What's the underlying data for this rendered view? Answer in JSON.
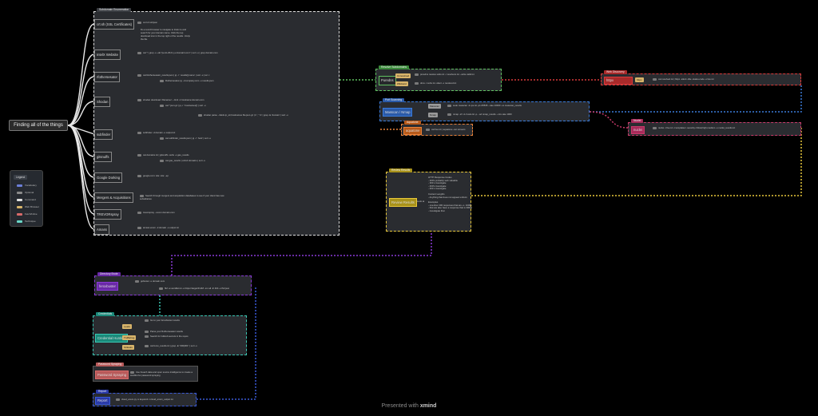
{
  "root": {
    "label": "Finding all of the things"
  },
  "legend": {
    "title": "Legend",
    "items": [
      {
        "label": "Vocabulary",
        "color": "#6c7fd8"
      },
      {
        "label": "Optional",
        "color": "#8a8a8a"
      },
      {
        "label": "Command",
        "color": "#e0e0e0"
      },
      {
        "label": "Web Browser",
        "color": "#d8b46a"
      },
      {
        "label": "Fetch/Inline",
        "color": "#d86a6a"
      },
      {
        "label": "Technique",
        "color": "#6ad8c8"
      }
    ]
  },
  "main_panel": {
    "header": "Subdomain Enumeration",
    "nodes": [
      {
        "label": "crt.sh (SSL Certificates)",
        "cmd": "curl crt.sh/json"
      },
      {
        "label": "IntelX Website",
        "cmd": "cat * | grep -o -oE \"[a-zA-Z0-9.-]+\\.domain\\.com\" | sort -u | grep domain.com",
        "note": [
          "Do a word browser to navigate to Intelx to and",
          "search for your domain name. Click the top",
          "download icon in the top right of the results. Unzip",
          "the file."
        ]
      },
      {
        "label": "rfothersesator",
        "cmd": "cat Rothersesator_results.json | jq -r '.results[].name' | sort -u | wc -l",
        "cmd2": "Rothersesator.py -d company.com -o results.json"
      },
      {
        "label": "Shodan",
        "cmd": "shodan download <filename> --limit -1 hostname:domain.com",
        "cmd2": "cat *.json.gz | jq -r '.hostnames[]' | sort -u",
        "cmd3": "shodan parse --fields ip_str,hostnames file.json.gz | tr ',' '\\n' | grep -E 'domain' | sort -u"
      },
      {
        "label": "subfinder",
        "cmd": "subfinder -d domain -o output.txt",
        "cmd2": "cat subfinder_results.json | jq -r '.host' | sort -u"
      },
      {
        "label": "gitsnuffs",
        "cmd": "cat domains.txt | gitsnuffs -subs -o gau_results",
        "cmd2": "cat gau_results | unfurl domains | sort -u"
      },
      {
        "label": "Google Dorking",
        "cmd": "google.com: site: site: -ep"
      },
      {
        "label": "Mergers & Acquisitions",
        "cmd": "Search through mergers and acquisition databases to see if your client has new subsidiaries"
      },
      {
        "label": "TREVORspray",
        "cmd": "trevorspray --recon domain.com"
      },
      {
        "label": "Amass",
        "cmd": "amass enum -d domain -o output.txt"
      }
    ]
  },
  "green_box": {
    "header": "Resolve Subdomains",
    "label": "Puredns",
    "rows": [
      "puredns resolve subs.txt -r resolvers.txt --write valid.txt",
      "dnsx -l subs.txt -silent -o resolved.txt"
    ],
    "tags": [
      "Unresolved",
      "Wildcard"
    ]
  },
  "blue_box": {
    "header": "Port Scanning",
    "label": "Masscan / Nmap",
    "rows": [
      "sudo masscan -iL ips.txt -p1-65535 --rate 10000 -oL masscan_results",
      "nmap -sV -iL hosts.txt -p- -oA nmap_results --min-rate 1000"
    ],
    "tags": [
      "Masscan",
      "Nmap"
    ]
  },
  "red_box": {
    "header": "Web Discovery",
    "label": "httpx",
    "rows": [
      "cat resolved.txt | httpx -silent -title -status-code -o live.txt"
    ],
    "tags": [
      "httpx"
    ]
  },
  "orange_box": {
    "header": "Aquatone",
    "label": "aquatone",
    "rows": [
      "cat live.txt | aquatone -out screens"
    ]
  },
  "pink_box": {
    "header": "Nuclei",
    "label": "nuclei",
    "rows": [
      "nuclei -l live.txt -t templates/ -severity critical,high,medium -o nuclei_results.txt"
    ]
  },
  "yellow_box": {
    "header": "Review Results",
    "label": "Review Results",
    "sub": "Look at",
    "notes": [
      "HTTP Response Codes",
      "- 200's probably web valuable",
      "- 301's investigate",
      "- 403's investigate",
      "- 401's investigate",
      "",
      "Content Lengths",
      "- Anything that does not appear uniform",
      "",
      "Examples",
      "- one-liner 200 responses that are +/- 1000s",
      "- that are also have a response that is 3000s",
      "- investigate that"
    ]
  },
  "purple_box": {
    "header": "Directory Brute",
    "label": "feroxbuster",
    "rows": [
      "gobuster -u domain.com",
      "ffuf -w wordlist.txt -u https://target/FUZZ -mc all -fc 404 -o ffuf.json"
    ]
  },
  "teal_box": {
    "header": "Credentials",
    "label": "Credential Hunting",
    "rows": [
      "Go to your feroxbuster results",
      "Parse your Rothersesator results",
      "Search for GitHub secrets in the repos",
      "cat ferox_results.txt | grep -E \"200|301\" | sort -u"
    ],
    "tags": [
      "Leaks",
      "Trufflehog",
      "Gitleaks"
    ]
  },
  "salmon_box": {
    "header": "Password Spraying",
    "label": "Password Spraying",
    "rows": [
      "Use breach data and open source intelligence to create a wordlist for password spraying"
    ]
  },
  "navy_box": {
    "header": "Report",
    "label": "Report",
    "rows": [
      "cloud_enum.py -k keyword -l cloud_enum_output.txt"
    ]
  },
  "footer": {
    "prefix": "Presented with",
    "brand": "xmind"
  }
}
